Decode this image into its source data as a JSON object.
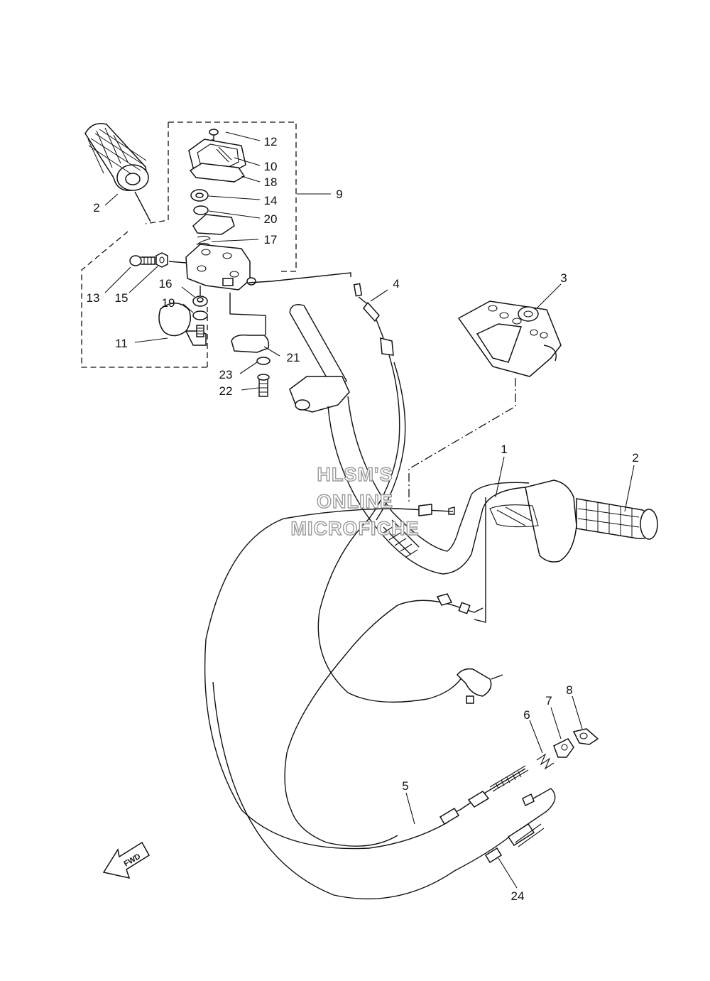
{
  "callouts": [
    {
      "id": "c1",
      "label": "1"
    },
    {
      "id": "c2a",
      "label": "2"
    },
    {
      "id": "c2b",
      "label": "2"
    },
    {
      "id": "c3",
      "label": "3"
    },
    {
      "id": "c4",
      "label": "4"
    },
    {
      "id": "c5",
      "label": "5"
    },
    {
      "id": "c6",
      "label": "6"
    },
    {
      "id": "c7",
      "label": "7"
    },
    {
      "id": "c8",
      "label": "8"
    },
    {
      "id": "c9",
      "label": "9"
    },
    {
      "id": "c10",
      "label": "10"
    },
    {
      "id": "c11",
      "label": "11"
    },
    {
      "id": "c12",
      "label": "12"
    },
    {
      "id": "c13",
      "label": "13"
    },
    {
      "id": "c14",
      "label": "14"
    },
    {
      "id": "c15",
      "label": "15"
    },
    {
      "id": "c16",
      "label": "16"
    },
    {
      "id": "c17",
      "label": "17"
    },
    {
      "id": "c18",
      "label": "18"
    },
    {
      "id": "c19",
      "label": "19"
    },
    {
      "id": "c20",
      "label": "20"
    },
    {
      "id": "c21",
      "label": "21"
    },
    {
      "id": "c22",
      "label": "22"
    },
    {
      "id": "c23",
      "label": "23"
    },
    {
      "id": "c24",
      "label": "24"
    }
  ],
  "watermark": {
    "line1": "HLSM'S",
    "line2": "ONLINE",
    "line3": "MICROFICHE"
  },
  "direction_arrow": {
    "text": "FWD"
  }
}
